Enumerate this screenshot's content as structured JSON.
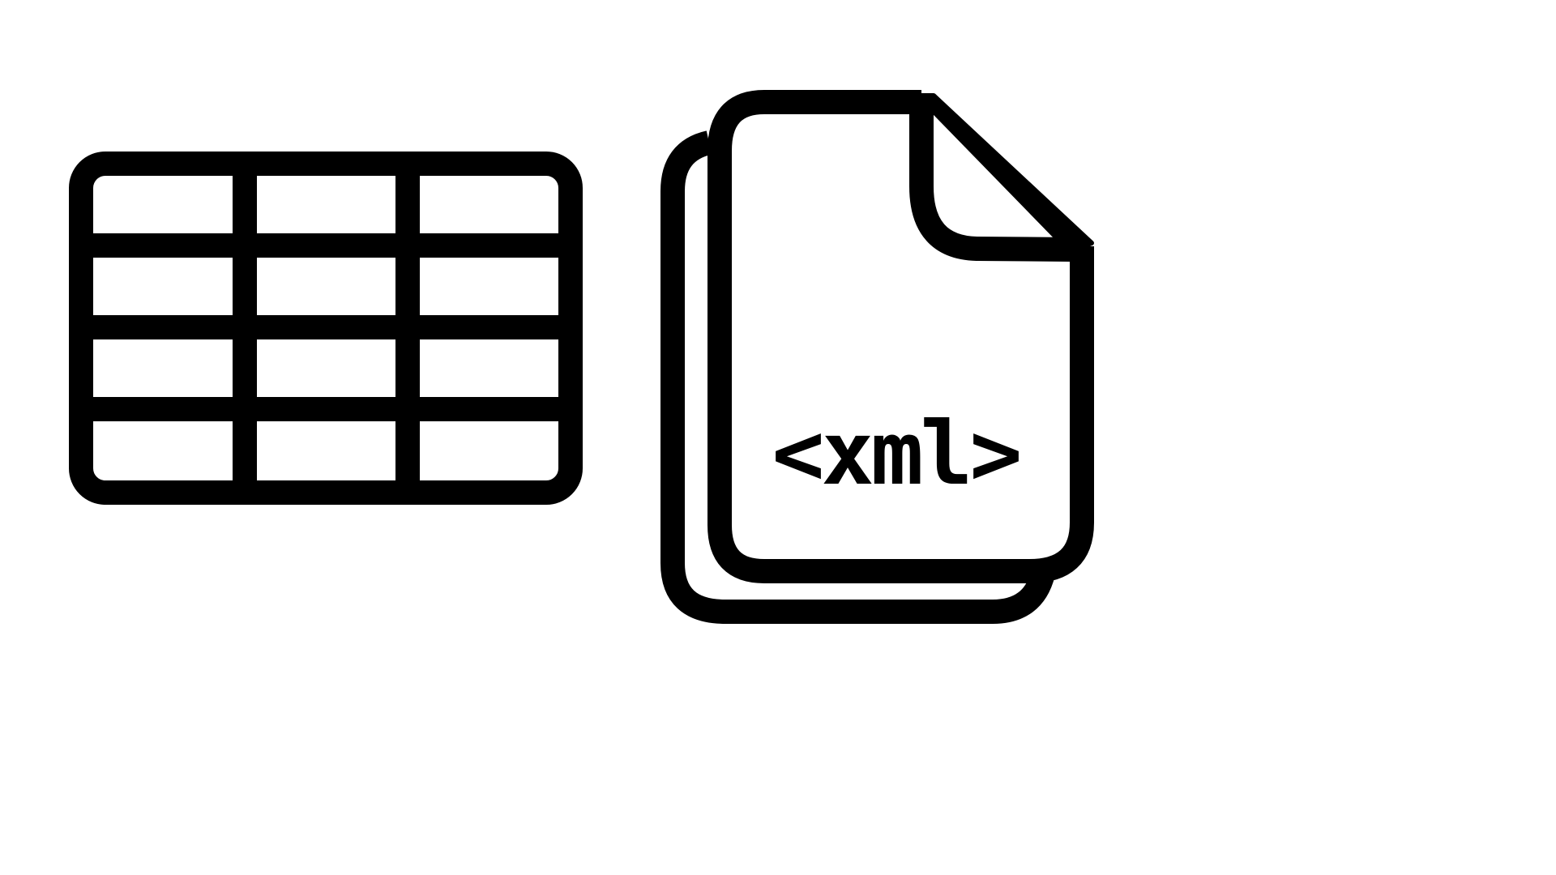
{
  "icons": {
    "table": {
      "name": "table-icon",
      "rows": 4,
      "columns": 3
    },
    "document": {
      "name": "xml-file-icon",
      "label": "<xml>"
    }
  },
  "colors": {
    "stroke": "#000000",
    "background": "#ffffff"
  }
}
